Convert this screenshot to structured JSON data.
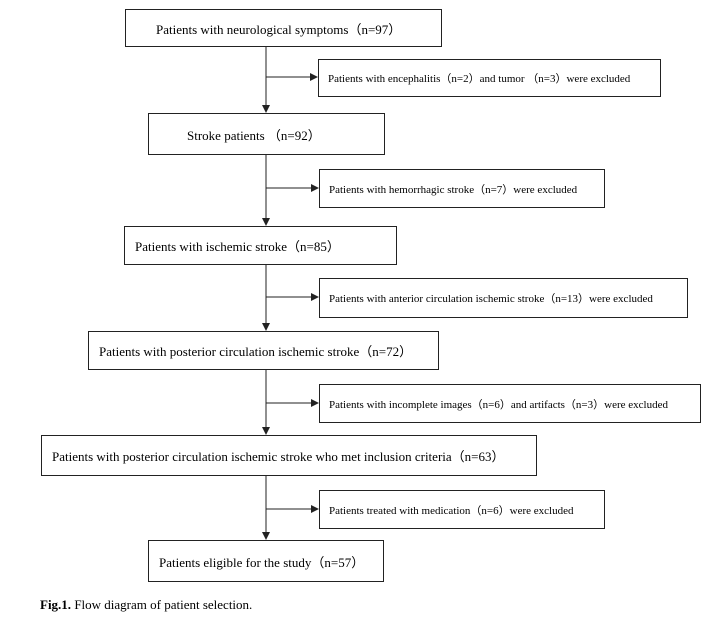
{
  "boxes": {
    "b1": "Patients with neurological symptoms（n=97）",
    "b2": "Stroke patients （n=92）",
    "b3": "Patients with ischemic stroke（n=85）",
    "b4": "Patients with posterior circulation ischemic stroke（n=72）",
    "b5": "Patients with posterior circulation ischemic stroke who met inclusion criteria（n=63）",
    "b6": "Patients eligible for the study（n=57）"
  },
  "exclusions": {
    "e1": "Patients with encephalitis（n=2）and tumor （n=3）were excluded",
    "e2": "Patients with hemorrhagic stroke（n=7）were excluded",
    "e3": "Patients with anterior circulation ischemic stroke（n=13）were excluded",
    "e4": "Patients with incomplete images（n=6）and artifacts（n=3）were excluded",
    "e5": "Patients treated with medication（n=6）were excluded"
  },
  "caption": {
    "label": "Fig.1.",
    "text": " Flow diagram of patient selection."
  }
}
